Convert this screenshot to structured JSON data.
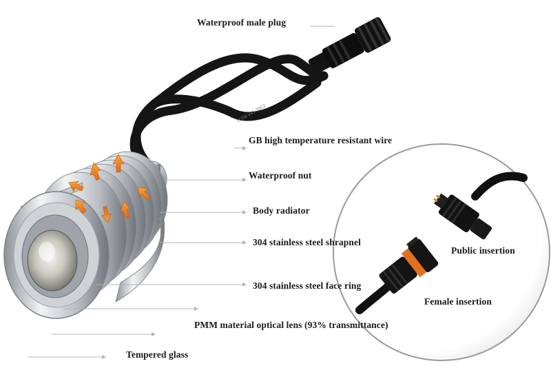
{
  "labels": {
    "male_plug": "Waterproof male plug",
    "wire": "GB high temperature resistant wire",
    "nut": "Waterproof nut",
    "radiator": "Body radiator",
    "shrapnel": "304 stainless steel shrapnel",
    "face_ring": "304 stainless steel face ring",
    "lens": "PMM material optical lens (93% transmittance)",
    "glass": "Tempered glass",
    "public_insertion": "Public insertion",
    "female_insertion": "Female insertion"
  },
  "cable_print": "2CD8 V45 20C2",
  "colors": {
    "leader_line": "#b5b5b5",
    "arrow": "#f08a1c",
    "metal_light": "#eef0f2",
    "metal_dark": "#8d9297",
    "cable": "#141414",
    "connector_ring": "#e07020"
  }
}
